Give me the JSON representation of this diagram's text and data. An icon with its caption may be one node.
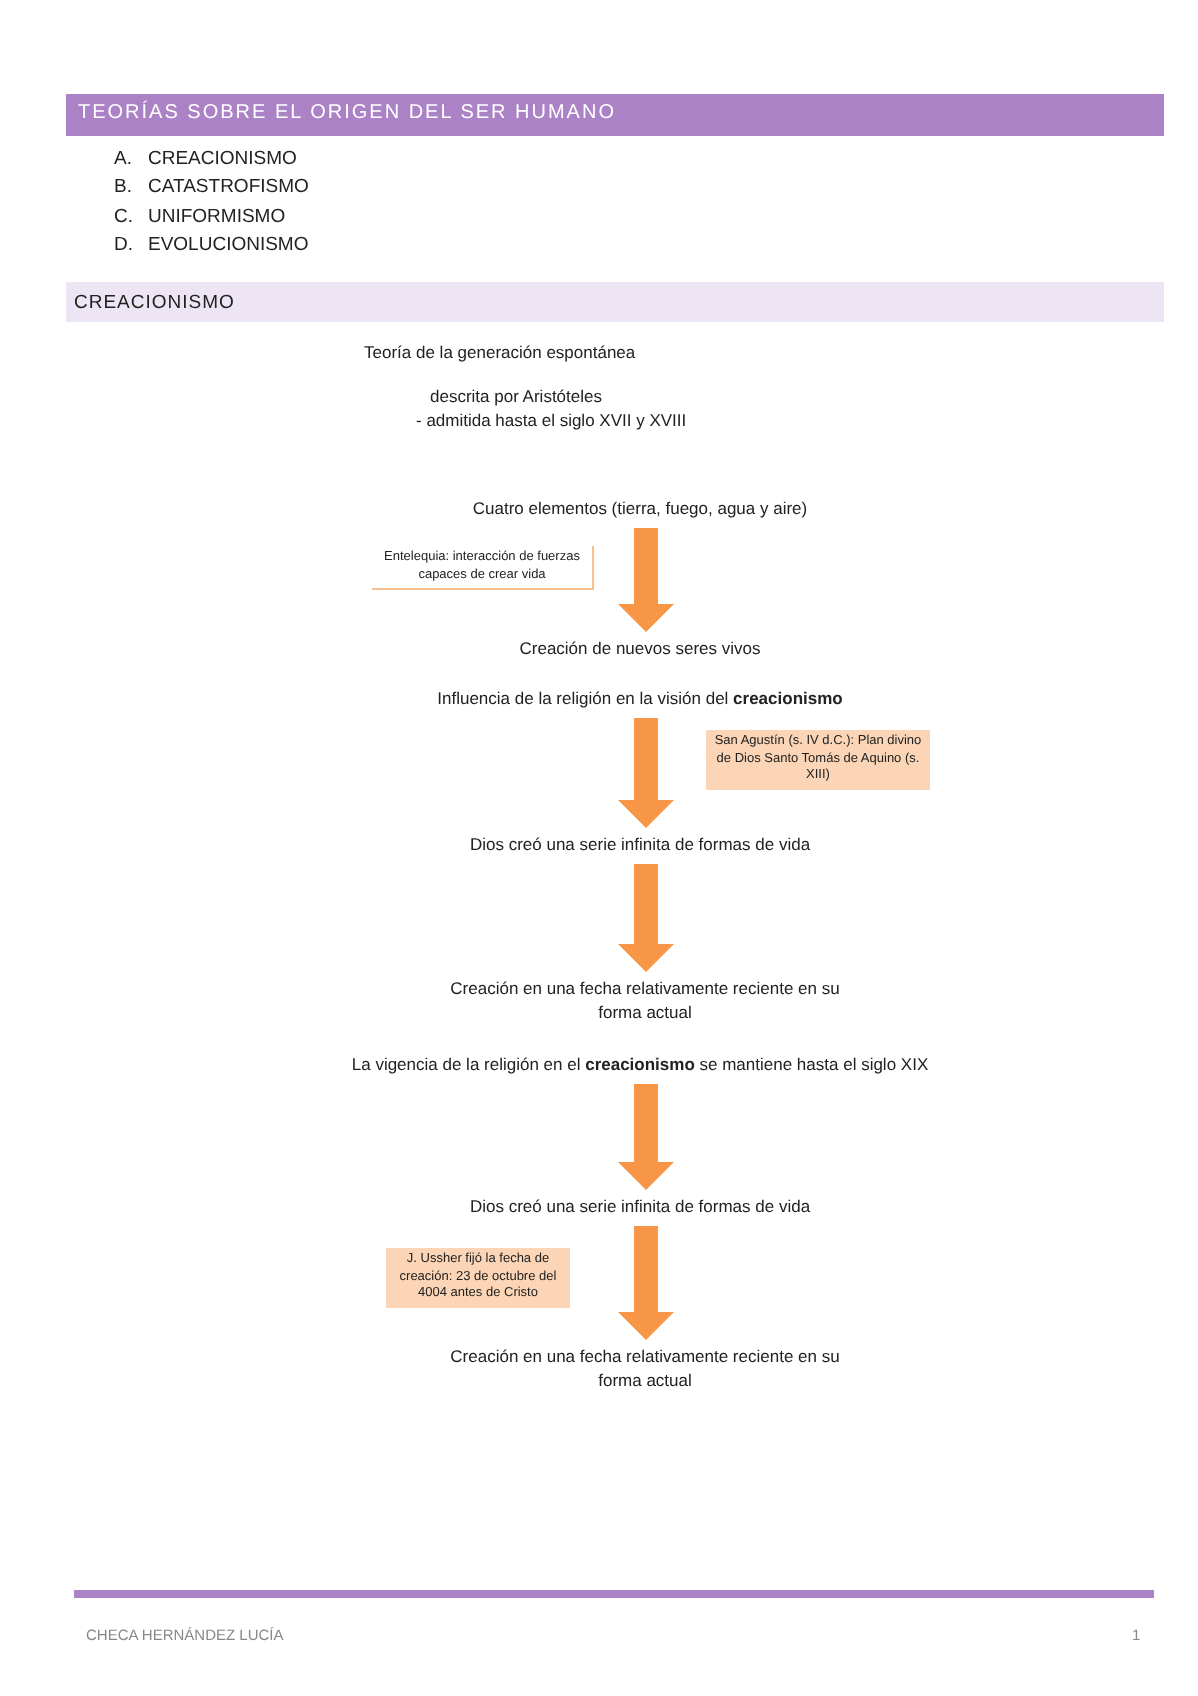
{
  "diagram": {
    "title": "TEORÍAS SOBRE EL ORIGEN DEL SER HUMANO",
    "nodes": [
      {
        "text": [
          "CREACIONISMO"
        ]
      },
      {
        "text": [
          "Cuatro elementos (tierra, fuego, agua y aire)"
        ]
      },
      {
        "text": [
          "Entelequia: interacción de fuerzas capaces de crear vida"
        ]
      },
      {
        "text": [
          "Creación de nuevos seres vivos"
        ]
      },
      {
        "text": [
          "Influencia de la religión en la visión del **creacionismo**"
        ]
      },
      {
        "text": [
          "San Agustín (s. IV d.C.): Plan divino de Dios Santo Tomás de Aquino (s. XIII)"
        ]
      },
      {
        "text": [
          "Dios creó una serie infinita de formas de vida"
        ]
      },
      {
        "text": [
          "Creación en una fecha relativamente reciente en su forma actual"
        ]
      },
      {
        "text": [
          "La vigencia de la religión en el **creacionismo** se mantiene hasta el siglo XIX"
        ]
      },
      {
        "text": [
          "Dios creó una serie infinita de formas de vida"
        ]
      },
      {
        "text": [
          "J. Ussher fijó la fecha de creación: 23 de octubre del 4004 antes de Cristo"
        ]
      },
      {
        "text": [
          "Creación en una fecha relativamente reciente en su forma actual"
        ]
      }
    ],
    "edges": [
      {
        "from": 1,
        "to": 3,
        "arrow": "to"
      },
      {
        "from": 4,
        "to": 6,
        "arrow": "to"
      },
      {
        "from": 6,
        "to": 7,
        "arrow": "to"
      },
      {
        "from": 8,
        "to": 9,
        "arrow": "to"
      },
      {
        "from": 9,
        "to": 11,
        "arrow": "to"
      }
    ],
    "labels": [
      "A.",
      "CREACIONISMO",
      "B.",
      "CATASTROFISMO",
      "C.",
      "UNIFORMISMO",
      "D.",
      "EVOLUCIONISMO",
      "Teoría de la generación espontánea",
      "descrita por Aristóteles",
      "- admitida hasta el siglo XVII y XVIII",
      "CHECA HERNÁNDEZ LUCÍA",
      "1"
    ]
  }
}
